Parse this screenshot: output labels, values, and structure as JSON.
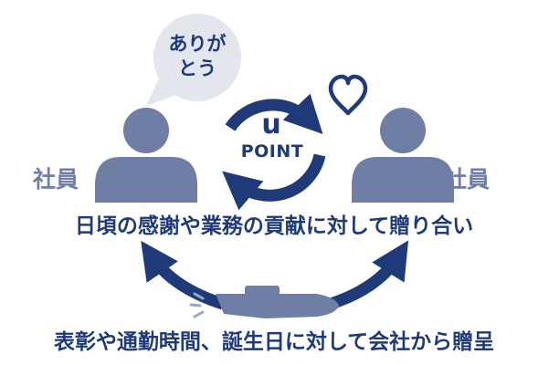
{
  "bubble": {
    "line1": "ありが",
    "line2": "とう"
  },
  "logo": {
    "top": "u",
    "bottom": "POINT"
  },
  "left_person_label": "社員",
  "right_person_label": "社員",
  "peer_caption": "日頃の感謝や業務の貢献に対して贈り合い",
  "company_caption": "表彰や通勤時間、誕生日に対して会社から贈呈",
  "colors": {
    "navy": "#1e3a78",
    "person": "#6f7ea4",
    "bubble": "#e4e6ed",
    "submarine": "#6f7ea4",
    "glint": "#9aa6c2",
    "text": "#1e3a78",
    "person_label": "#6f7ea4"
  },
  "icons": {
    "speech": "speech-bubble-icon",
    "heart": "heart-icon",
    "cycle": "cycle-arrows-icon",
    "person_left": "person-icon",
    "person_right": "person-icon",
    "submarine": "submarine-icon"
  }
}
